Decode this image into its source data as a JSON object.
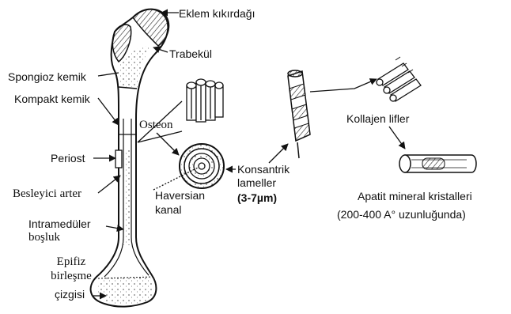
{
  "labels": {
    "eklem": "Eklem kıkırdağı",
    "trabekul": "Trabekül",
    "spongioz": "Spongioz kemik",
    "kompakt": "Kompakt kemik",
    "osteon": "Osteon",
    "periost": "Periost",
    "besleyici": "Besleyici arter",
    "haversian1": "Haversian",
    "haversian2": "kanal",
    "intra1": "Intramedüler",
    "intra2": "boşluk",
    "epifiz1": "Epifiz",
    "epifiz2": "birleşme",
    "epifiz3": "çizgisi",
    "konsantrik1": "Konsantrik",
    "konsantrik2": "lameller",
    "konsantrik3": "(3-7µm)",
    "kollajen": "Kollajen lifler",
    "apatit1": "Apatit mineral kristalleri",
    "apatit2": "(200-400 A°  uzunluğunda)"
  }
}
